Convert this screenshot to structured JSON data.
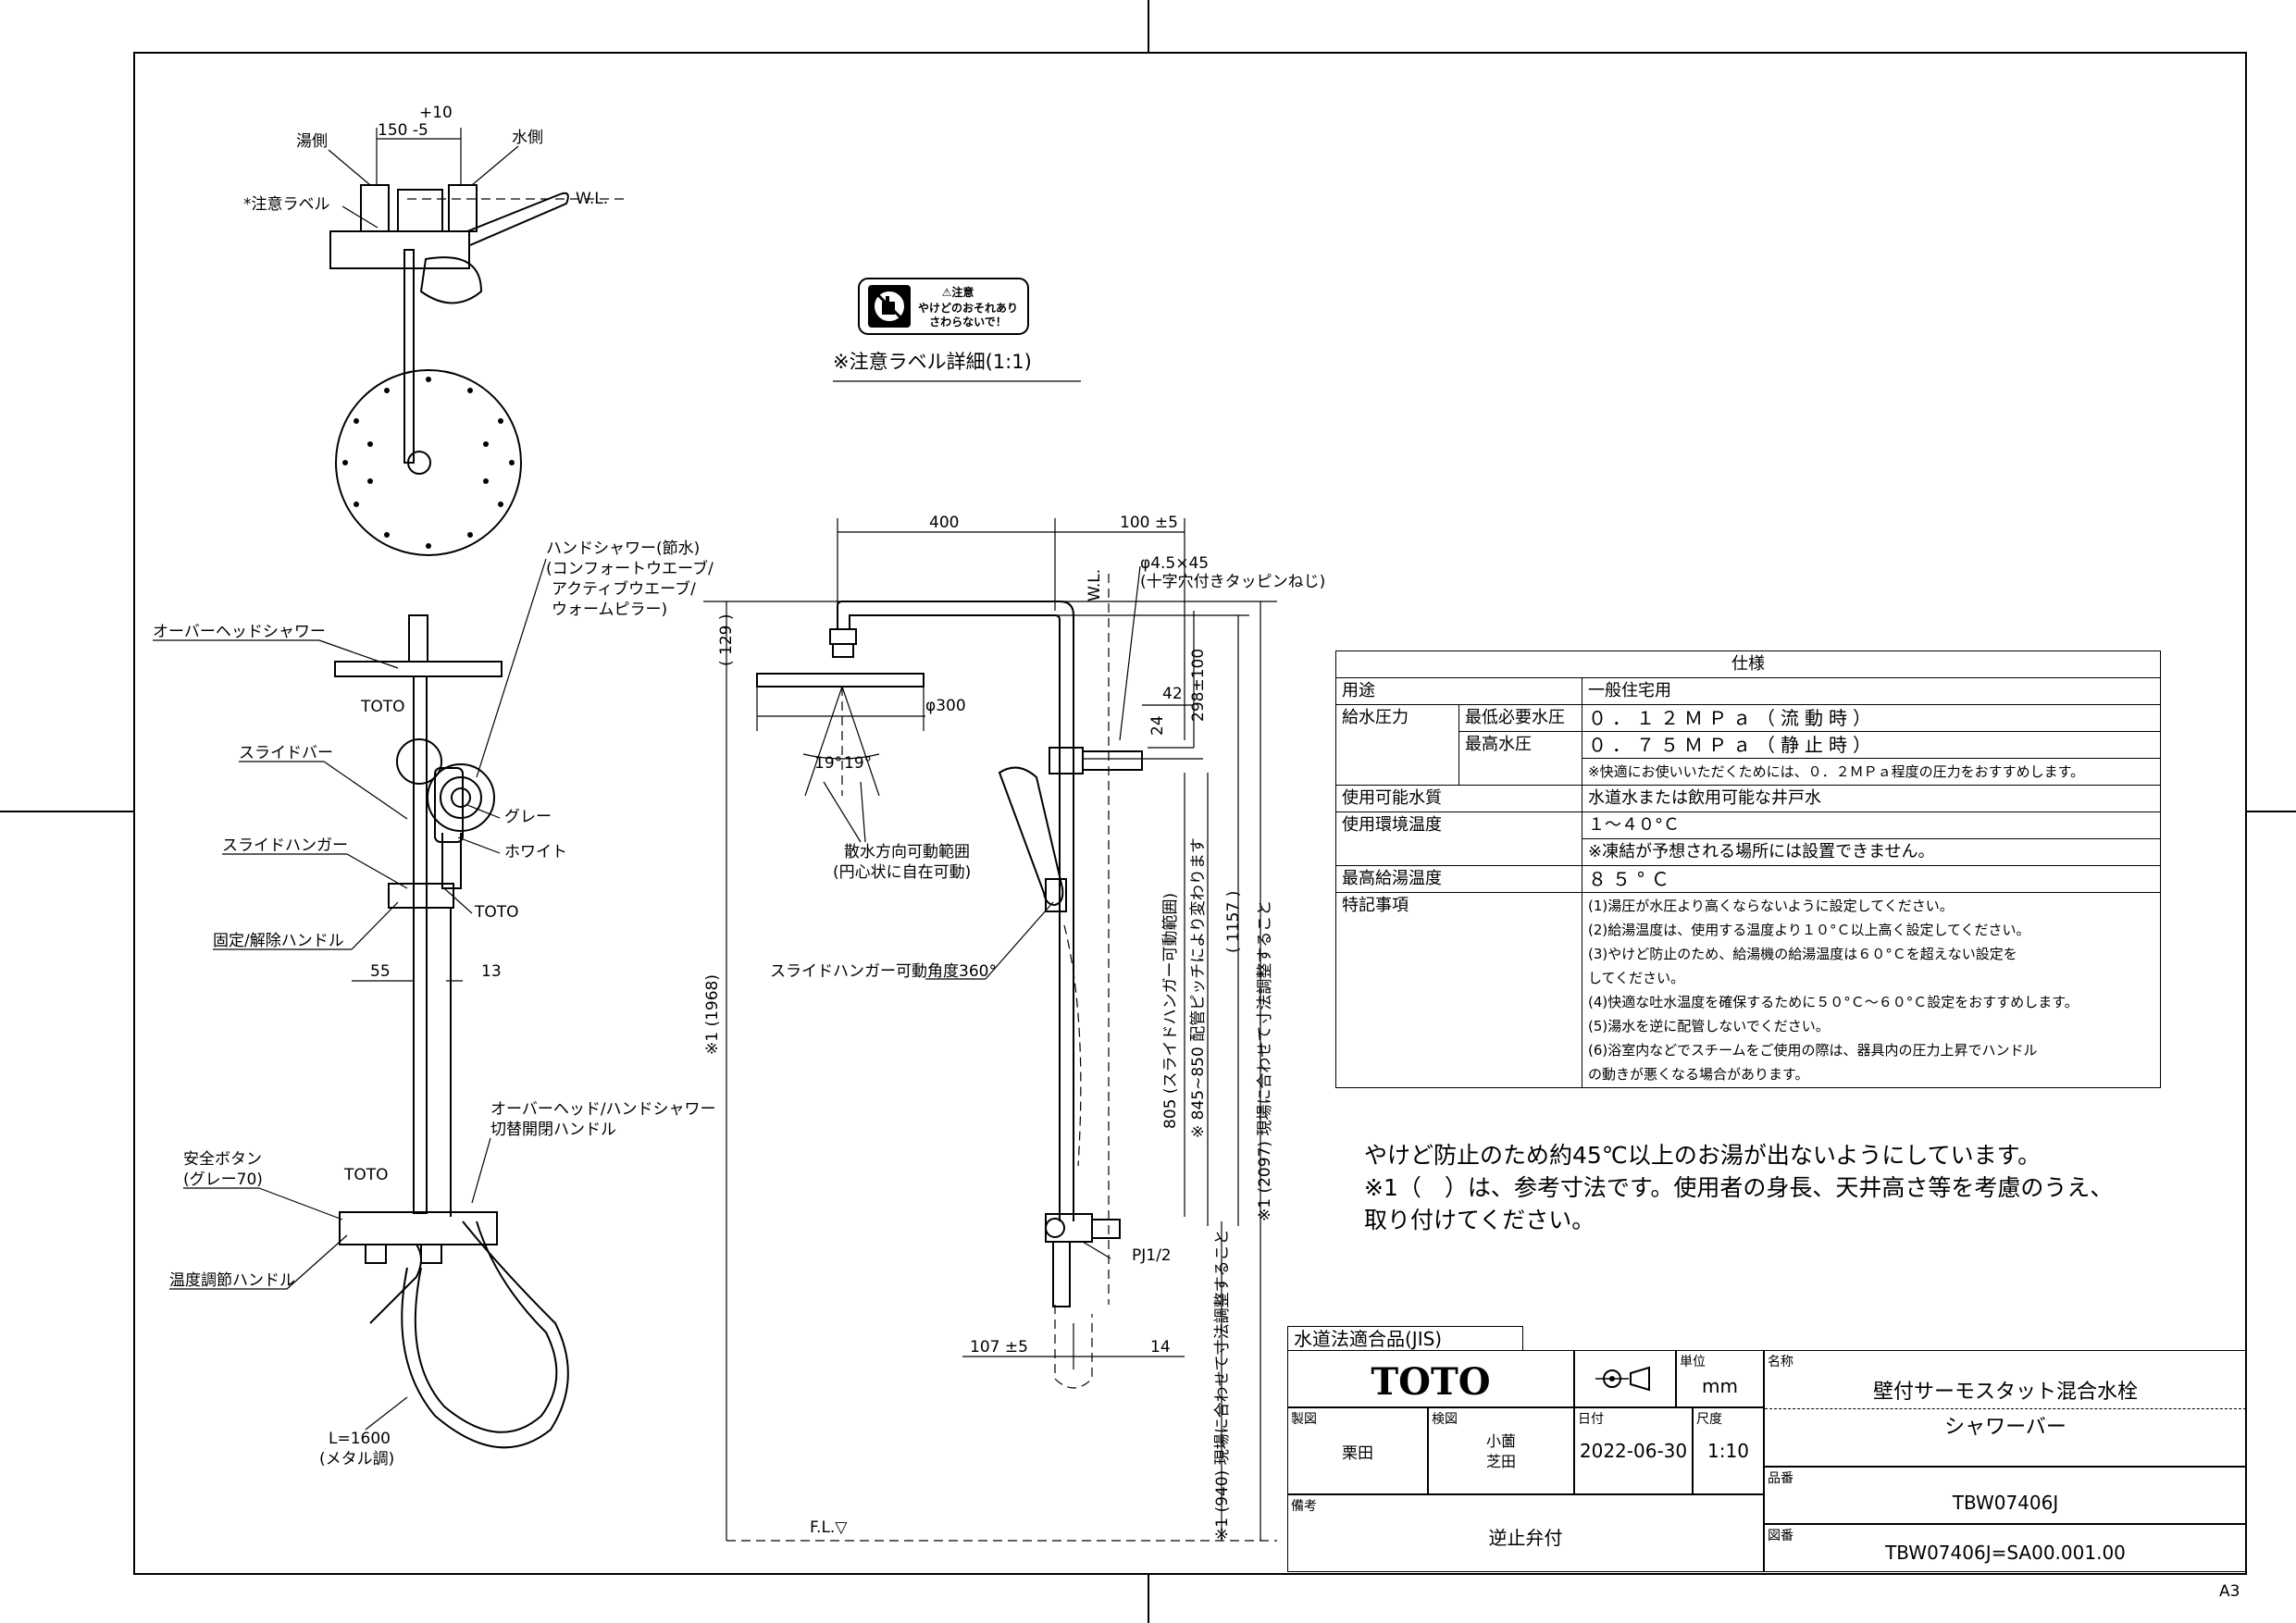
{
  "caution_label": {
    "title": "⚠注意",
    "line1": "やけどのおそれあり",
    "line2": "さわらないで！",
    "caption": "※注意ラベル詳細(1:1)"
  },
  "top_view": {
    "dim_tolerance_plus": "+10",
    "dim_main": "150 -5",
    "hot_side": "湯側",
    "cold_side": "水側",
    "caution_label_callout": "*注意ラベル",
    "wl": "W.L."
  },
  "front_view": {
    "overhead_shower": "オーバーヘッドシャワー",
    "hand_shower_lines": [
      "ハンドシャワー(節水)",
      "(コンフォートウエーブ/",
      "アクティブウエーブ/",
      "ウォームピラー)"
    ],
    "toto_mark": "TOTO",
    "slide_bar": "スライドバー",
    "slide_hanger": "スライドハンガー",
    "gray": "グレー",
    "white": "ホワイト",
    "fix_handle": "固定/解除ハンドル",
    "dim_55": "55",
    "dim_13": "13",
    "switch_handle_lines": [
      "オーバーヘッド/ハンドシャワー",
      "切替開閉ハンドル"
    ],
    "safety_button_lines": [
      "安全ボタン",
      "(グレー70)"
    ],
    "temp_handle": "温度調節ハンドル",
    "hose_lines": [
      "L=1600",
      "(メタル調)"
    ]
  },
  "side_view": {
    "dim_400": "400",
    "dim_100": "100 ±5",
    "wl": "W.L.",
    "screw_lines": [
      "φ4.5×45",
      "(十字穴付きタッピンねじ)"
    ],
    "dim_129": "( 129 )",
    "dim_298": "298±100",
    "dim_42": "42",
    "dim_24": "24",
    "dia_300": "φ300",
    "angle_19a": "19°",
    "angle_19b": "19°",
    "spray_lines": [
      "散水方向可動範囲",
      "(円心状に自在可動)"
    ],
    "hanger_rotation": "スライドハンガー可動角度360°",
    "dim_805": "805 (スライドハンガー可動範囲)",
    "dim_845": "※ 845~850 配管ピッチにより変わります",
    "dim_1157": "( 1157 )",
    "dim_1968": "※1 (1968)",
    "dim_2097": "※1 (2097) 現場に合わせて寸法調整すること",
    "dim_940": "※1 (940) 現場に合わせて寸法調整すること",
    "pj": "PJ1/2",
    "dim_107": "107 ±5",
    "dim_14": "14",
    "fl": "F.L.▽"
  },
  "spec": {
    "title": "仕様",
    "rows": {
      "use_label": "用途",
      "use_value": "一般住宅用",
      "pressure_label": "給水圧力",
      "min_label": "最低必要水圧",
      "min_value": "０．１２ＭＰａ（流動時）",
      "max_label": "最高水圧",
      "max_value": "０．７５ＭＰａ（静止時）",
      "pressure_note": "※快適にお使いいただくためには、０．２ＭＰａ程度の圧力をおすすめします。",
      "water_label": "使用可能水質",
      "water_value": "水道水または飲用可能な井戸水",
      "env_label": "使用環境温度",
      "env_value": "１～４０°Ｃ",
      "env_note": "※凍結が予想される場所には設置できません。",
      "hot_label": "最高給湯温度",
      "hot_value": "８５°Ｃ",
      "notes_label": "特記事項",
      "notes": [
        "(1)湯圧が水圧より高くならないように設定してください。",
        "(2)給湯温度は、使用する温度より１０°Ｃ以上高く設定してください。",
        "(3)やけど防止のため、給湯機の給湯温度は６０°Ｃを超えない設定を",
        "    してください。",
        "(4)快適な吐水温度を確保するために５０°Ｃ～６０°Ｃ設定をおすすめします。",
        "(5)湯水を逆に配管しないでください。",
        "(6)浴室内などでスチームをご使用の際は、器具内の圧力上昇でハンドル",
        "    の動きが悪くなる場合があります。"
      ]
    }
  },
  "message": [
    "やけど防止のため約45℃以上のお湯が出ないようにしています。",
    "※1（　）は、参考寸法です。使用者の身長、天井高さ等を考慮のうえ、",
    "取り付けてください。"
  ],
  "title_block": {
    "jis": "水道法適合品(JIS)",
    "brand": "TOTO",
    "unit_caption": "単位",
    "unit_value": "mm",
    "name_caption": "名称",
    "name_line1": "壁付サーモスタット混合水栓",
    "name_line2": "シャワーバー",
    "drawn_caption": "製図",
    "drawn_value": "栗田",
    "checked_caption": "検図",
    "checked_values": [
      "小薗",
      "芝田"
    ],
    "date_caption": "日付",
    "date_value": "2022-06-30",
    "scale_caption": "尺度",
    "scale_value": "1:10",
    "part_caption": "品番",
    "part_value": "TBW07406J",
    "remarks_caption": "備考",
    "remarks_value": "逆止弁付",
    "drawing_caption": "図番",
    "drawing_value": "TBW07406J=SA00.001.00"
  },
  "sheet_size": "A3"
}
